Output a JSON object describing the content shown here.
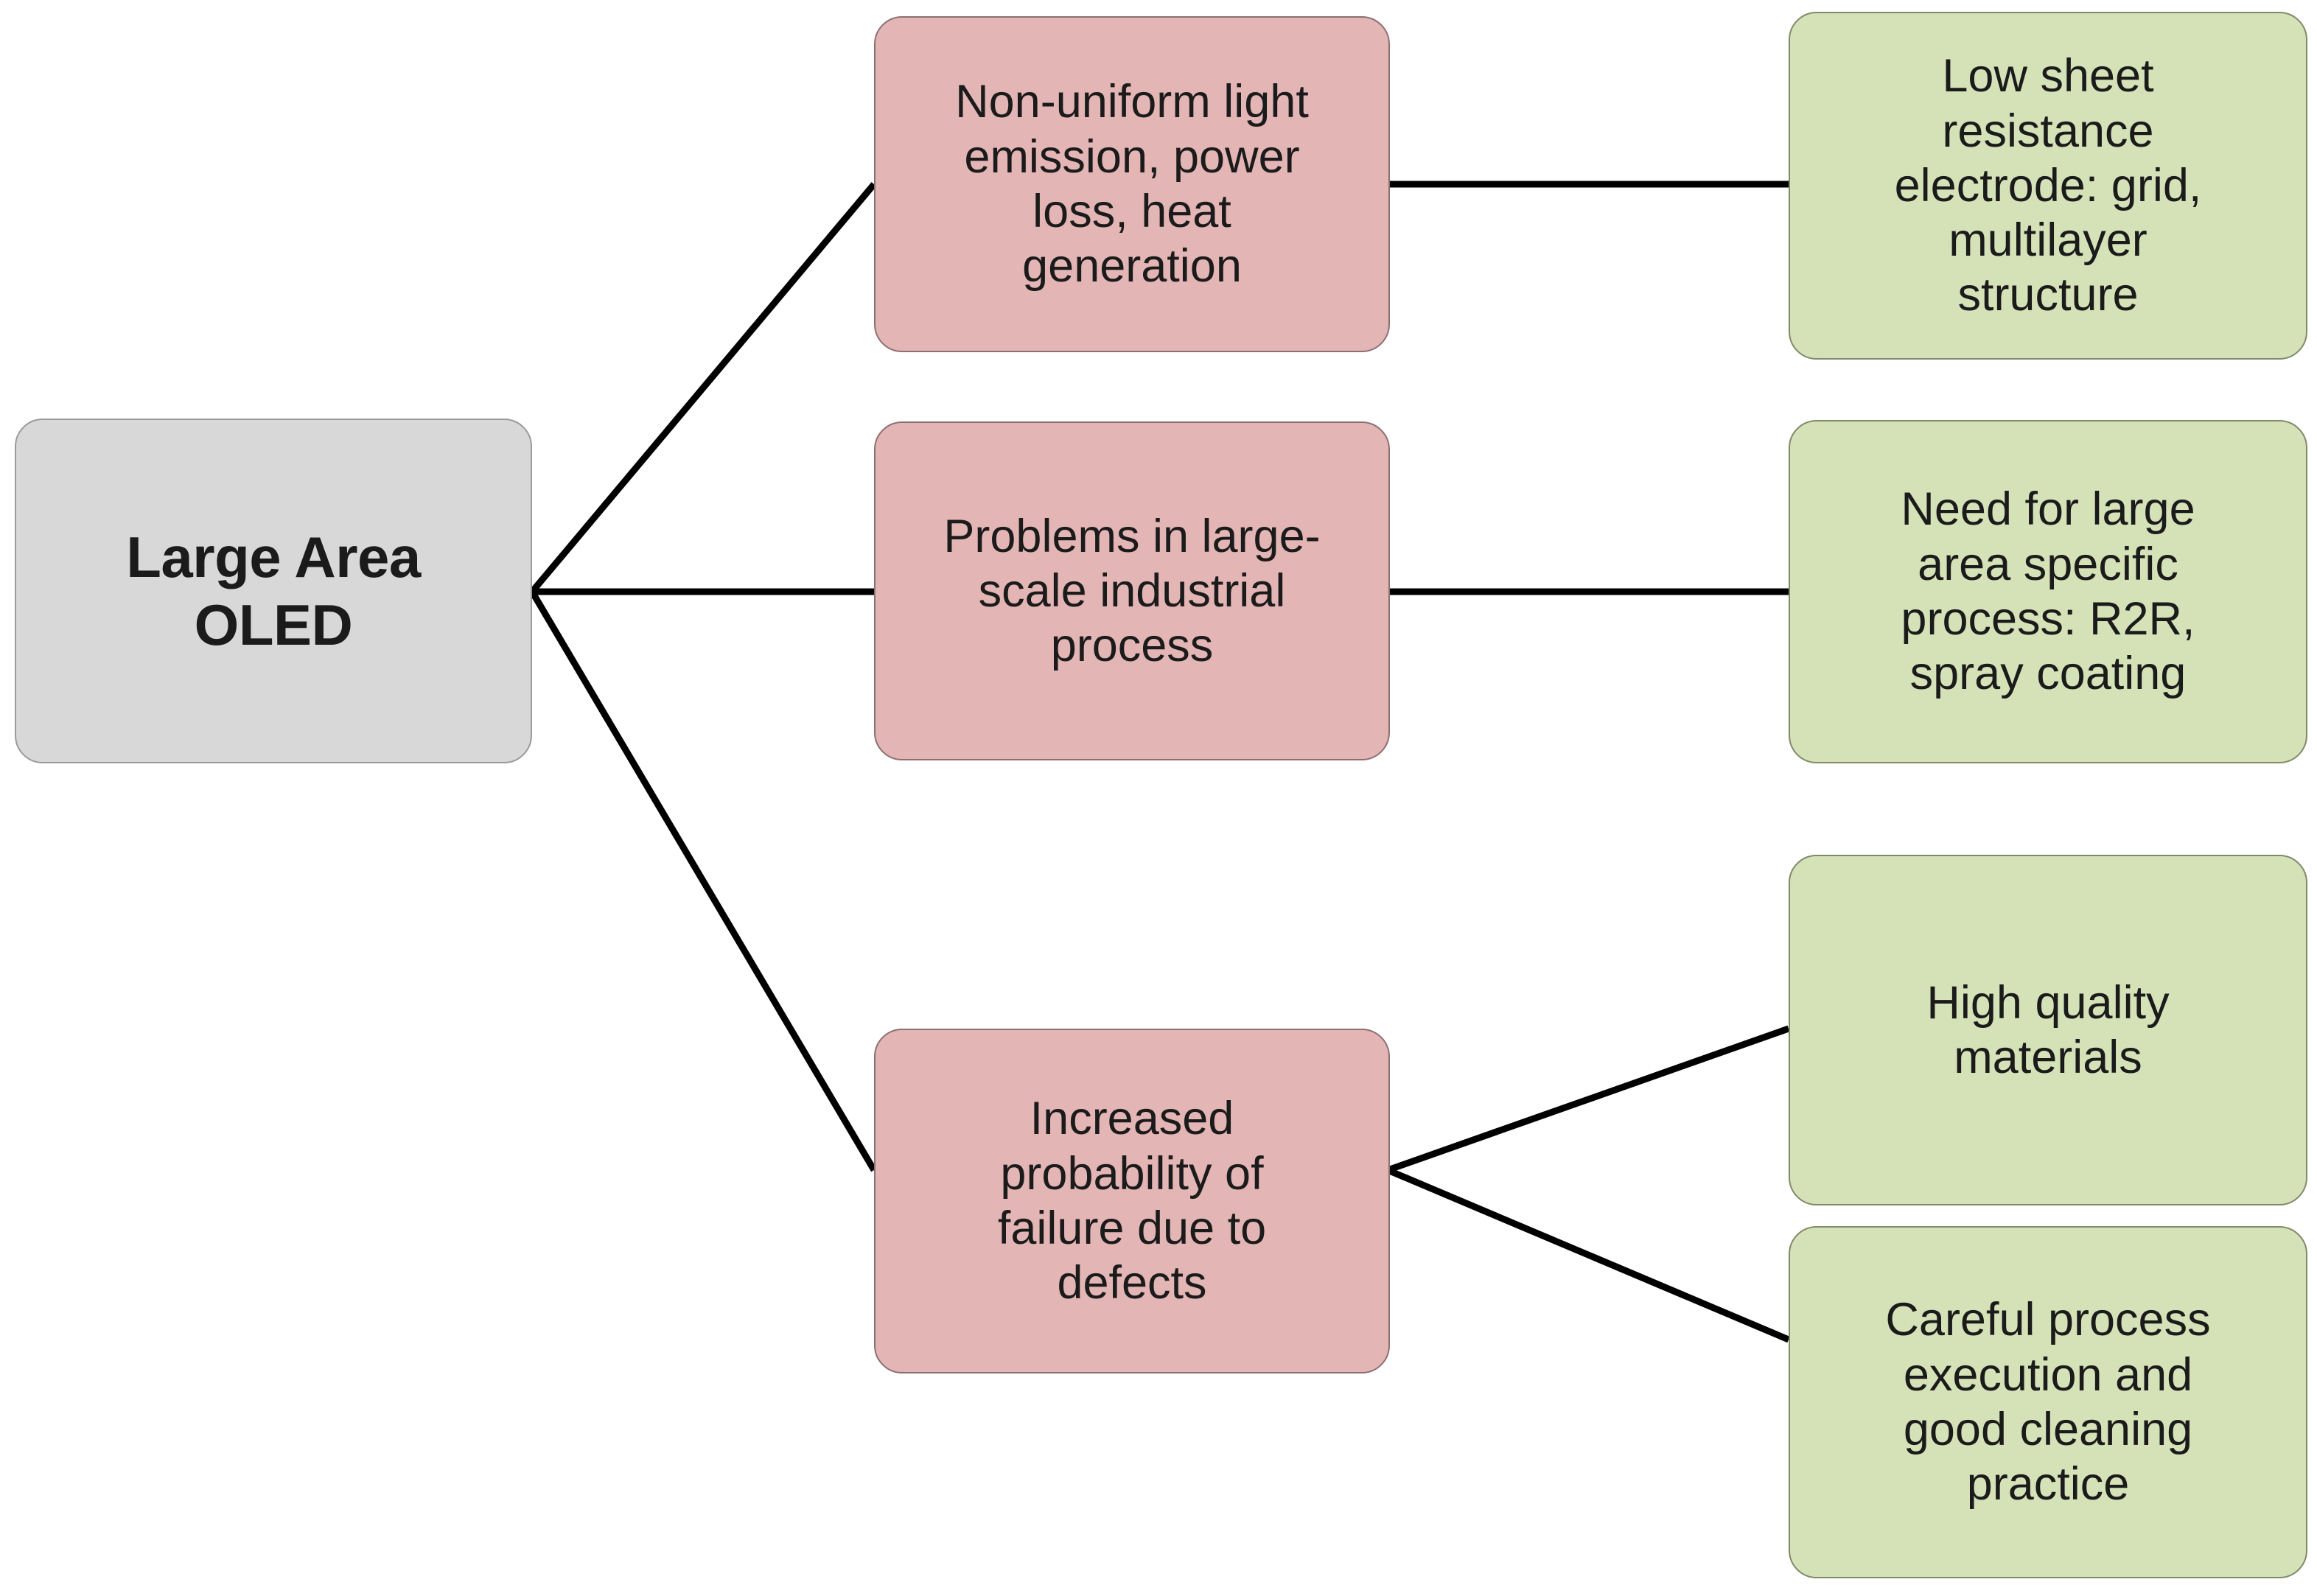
{
  "diagram": {
    "title": "Large Area OLED challenges and solutions",
    "type": "mind-map",
    "colors": {
      "root_fill": "#d8d8d8",
      "problem_fill": "#e3b5b5",
      "solution_fill": "#d5e2b8",
      "edge_stroke": "#000000",
      "text": "#1b1b1b",
      "background": "#ffffff"
    },
    "root": {
      "id": "root",
      "label": "Large Area\nOLED"
    },
    "problems": [
      {
        "id": "problem-1",
        "label": "Non-uniform light\nemission, power\nloss, heat\ngeneration"
      },
      {
        "id": "problem-2",
        "label": "Problems in large-\nscale industrial\nprocess"
      },
      {
        "id": "problem-3",
        "label": "Increased\nprobability of\nfailure due to\ndefects"
      }
    ],
    "solutions": [
      {
        "id": "solution-1",
        "label": "Low sheet\nresistance\nelectrode: grid,\nmultilayer\nstructure"
      },
      {
        "id": "solution-2",
        "label": "Need for large\narea specific\nprocess: R2R,\nspray coating"
      },
      {
        "id": "solution-3",
        "label": "High quality\nmaterials"
      },
      {
        "id": "solution-4",
        "label": "Careful process\nexecution and\ngood cleaning\npractice"
      }
    ],
    "edges": [
      {
        "id": "edge-root-problem-1",
        "from": "root",
        "to": "problem-1"
      },
      {
        "id": "edge-root-problem-2",
        "from": "root",
        "to": "problem-2"
      },
      {
        "id": "edge-root-problem-3",
        "from": "root",
        "to": "problem-3"
      },
      {
        "id": "edge-problem-1-solution-1",
        "from": "problem-1",
        "to": "solution-1"
      },
      {
        "id": "edge-problem-2-solution-2",
        "from": "problem-2",
        "to": "solution-2"
      },
      {
        "id": "edge-problem-3-solution-3",
        "from": "problem-3",
        "to": "solution-3"
      },
      {
        "id": "edge-problem-3-solution-4",
        "from": "problem-3",
        "to": "solution-4"
      }
    ]
  }
}
